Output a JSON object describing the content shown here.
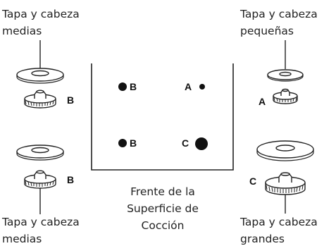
{
  "labels": {
    "top_left": [
      "Tapa y cabeza",
      "medias"
    ],
    "top_right": [
      "Tapa y cabeza",
      "pequeñas"
    ],
    "bottom_left": [
      "Tapa y cabeza",
      "medias"
    ],
    "bottom_right": [
      "Tapa y cabeza",
      "grandes"
    ],
    "front": [
      "Frente de la",
      "Superficie de",
      "Cocción"
    ]
  },
  "burner_tags": {
    "left_top": "B",
    "right_top": "A",
    "left_bottom": "B",
    "right_bottom": "C"
  },
  "cooktop_tags": {
    "back_left": "B",
    "back_right": "A",
    "front_left": "B",
    "front_right": "C"
  }
}
